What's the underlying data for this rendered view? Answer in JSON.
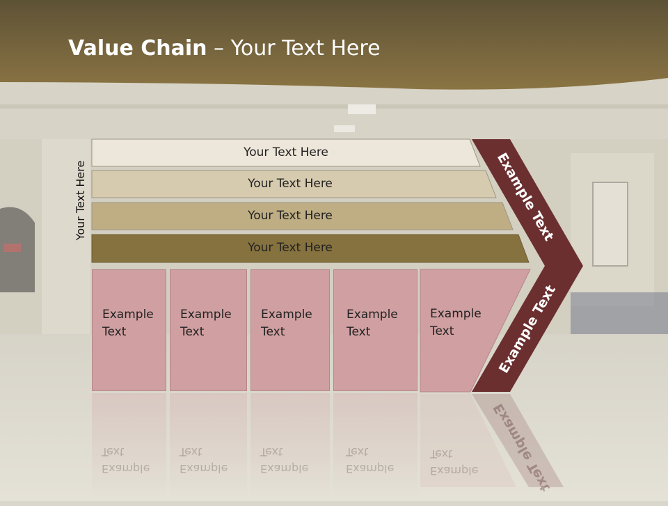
{
  "slide": {
    "title_bold": "Value Chain",
    "title_rest": " – Your Text Here",
    "side_label": "Your Text Here"
  },
  "rows": [
    {
      "label": "Your Text Here",
      "color": "#ede6da"
    },
    {
      "label": "Your Text Here",
      "color": "#d7cbaf"
    },
    {
      "label": "Your Text Here",
      "color": "#bfae84"
    },
    {
      "label": "Your Text Here",
      "color": "#86723f"
    }
  ],
  "boxes": [
    {
      "line1": "Example",
      "line2": "Text"
    },
    {
      "line1": "Example",
      "line2": "Text"
    },
    {
      "line1": "Example",
      "line2": "Text"
    },
    {
      "line1": "Example",
      "line2": "Text"
    },
    {
      "line1": "Example",
      "line2": "Text"
    }
  ],
  "chevron": {
    "upper_text": "Example Text",
    "lower_text": "Example Text",
    "color": "#6b2f30"
  },
  "colors": {
    "header_band": "#7d6a3c",
    "box_fill": "#d09fa1"
  }
}
